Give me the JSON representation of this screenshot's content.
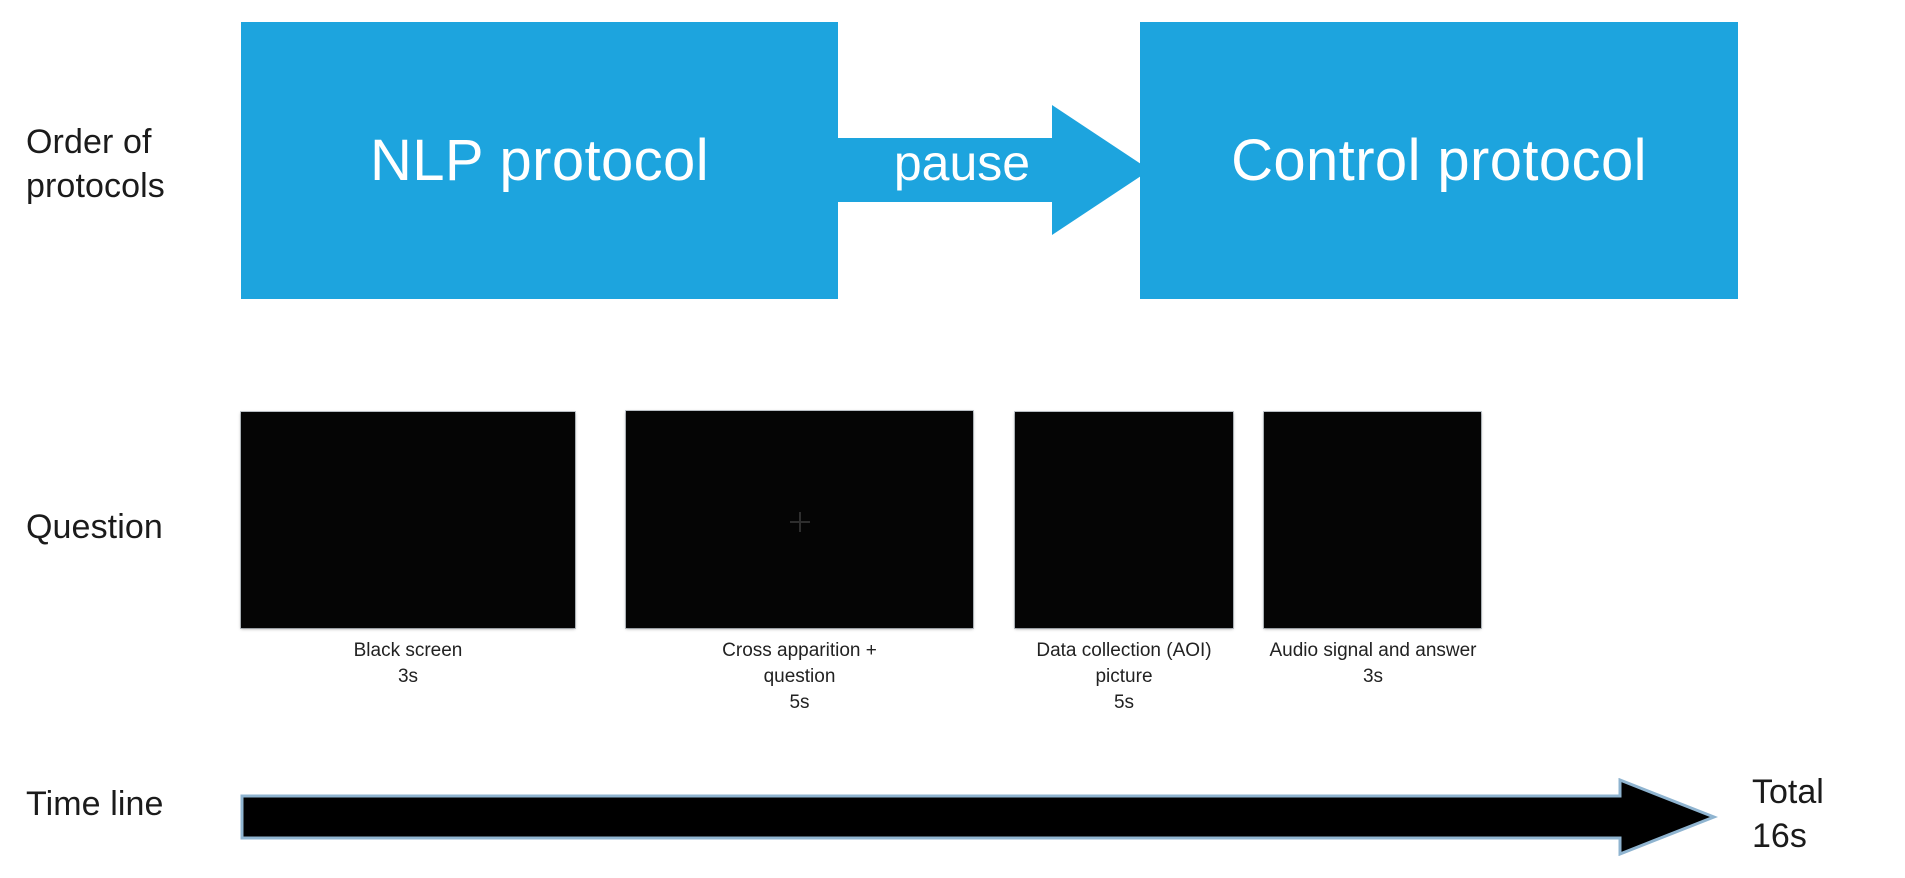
{
  "figure": {
    "background_color": "#ffffff",
    "accent_color": "#1da4de",
    "screen_color": "#050505"
  },
  "rows": {
    "order_of_protocols": {
      "label": "Order of\nprotocols",
      "blocks": [
        {
          "id": "nlp",
          "label": "NLP protocol"
        },
        {
          "id": "control",
          "label": "Control protocol"
        }
      ],
      "connector": {
        "icon": "right-arrow-icon",
        "label": "pause"
      }
    },
    "question": {
      "label": "Question",
      "screens": [
        {
          "id": "black-screen",
          "content_icon": "none",
          "caption": "Black screen\n3s",
          "caption_title": "Black screen",
          "duration": "3s"
        },
        {
          "id": "cross-question",
          "content_icon": "fixation-cross-icon",
          "caption": "Cross apparition +\nquestion\n5s",
          "caption_title": "Cross apparition + question",
          "duration": "5s"
        },
        {
          "id": "data-collection",
          "content_icon": "none",
          "caption": "Data collection (AOI)\npicture\n5s",
          "caption_title": "Data collection (AOI) picture",
          "duration": "5s"
        },
        {
          "id": "audio-answer",
          "content_icon": "none",
          "caption": "Audio signal and answer\n3s",
          "caption_title": "Audio signal and answer",
          "duration": "3s"
        }
      ]
    },
    "time_line": {
      "label": "Time line",
      "arrow_icon": "right-arrow-icon",
      "total": "Total\n16s",
      "total_label": "Total",
      "total_value": "16s"
    }
  }
}
